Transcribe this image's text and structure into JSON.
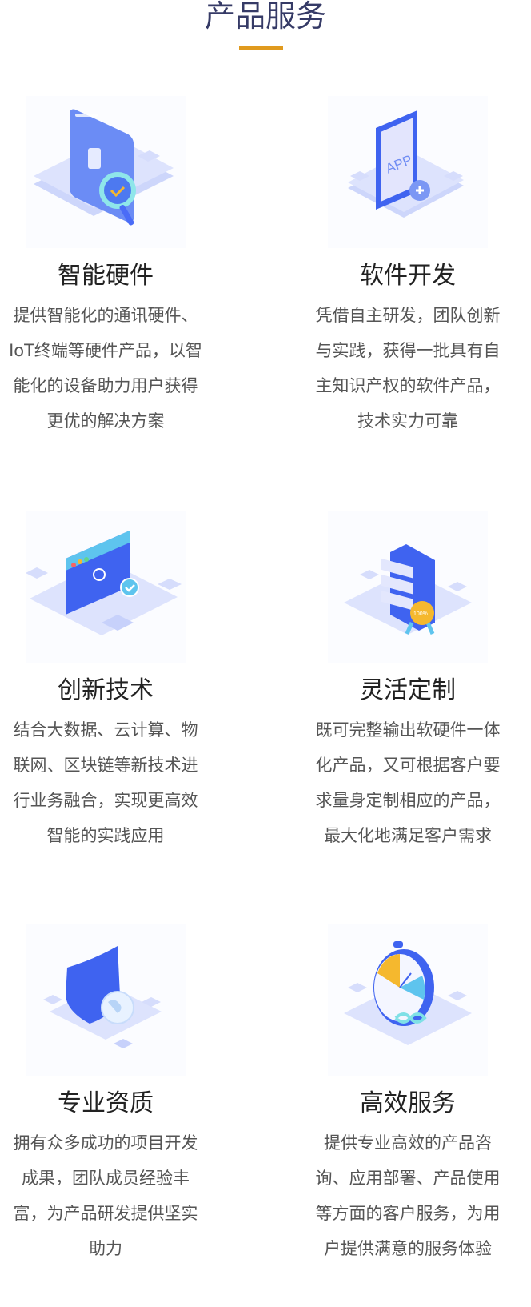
{
  "header": {
    "title": "产品服务"
  },
  "colors": {
    "accent": "#e09a1e",
    "title": "#353a66",
    "illustration": "#4a6cf7"
  },
  "services": [
    {
      "title": "智能硬件",
      "icon": "hardware-search-icon",
      "lines": [
        "提供智能化的通讯硬件、",
        "IoT终端等硬件产品，以智",
        "能化的设备助力用户获得",
        "更优的解决方案"
      ]
    },
    {
      "title": "软件开发",
      "icon": "app-phone-icon",
      "icon_text": "APP",
      "lines": [
        "凭借自主研发，团队创新",
        "与实践，获得一批具有自",
        "主知识产权的软件产品，",
        "技术实力可靠"
      ]
    },
    {
      "title": "创新技术",
      "icon": "innovation-window-icon",
      "lines": [
        "结合大数据、云计算、物",
        "联网、区块链等新技术进",
        "行业务融合，实现更高效",
        "智能的实践应用"
      ]
    },
    {
      "title": "灵活定制",
      "icon": "checklist-badge-icon",
      "icon_text": "100%",
      "lines": [
        "既可完整输出软硬件一体",
        "化产品，又可根据客户要",
        "求量身定制相应的产品，",
        "最大化地满足客户需求"
      ]
    },
    {
      "title": "专业资质",
      "icon": "shield-globe-icon",
      "lines": [
        "拥有众多成功的项目开发",
        "成果，团队成员经验丰",
        "富，为产品研发提供坚实",
        "助力"
      ]
    },
    {
      "title": "高效服务",
      "icon": "stopwatch-icon",
      "lines": [
        "提供专业高效的产品咨",
        "询、应用部署、产品使用",
        "等方面的客户服务，为用",
        "户提供满意的服务体验"
      ]
    }
  ]
}
